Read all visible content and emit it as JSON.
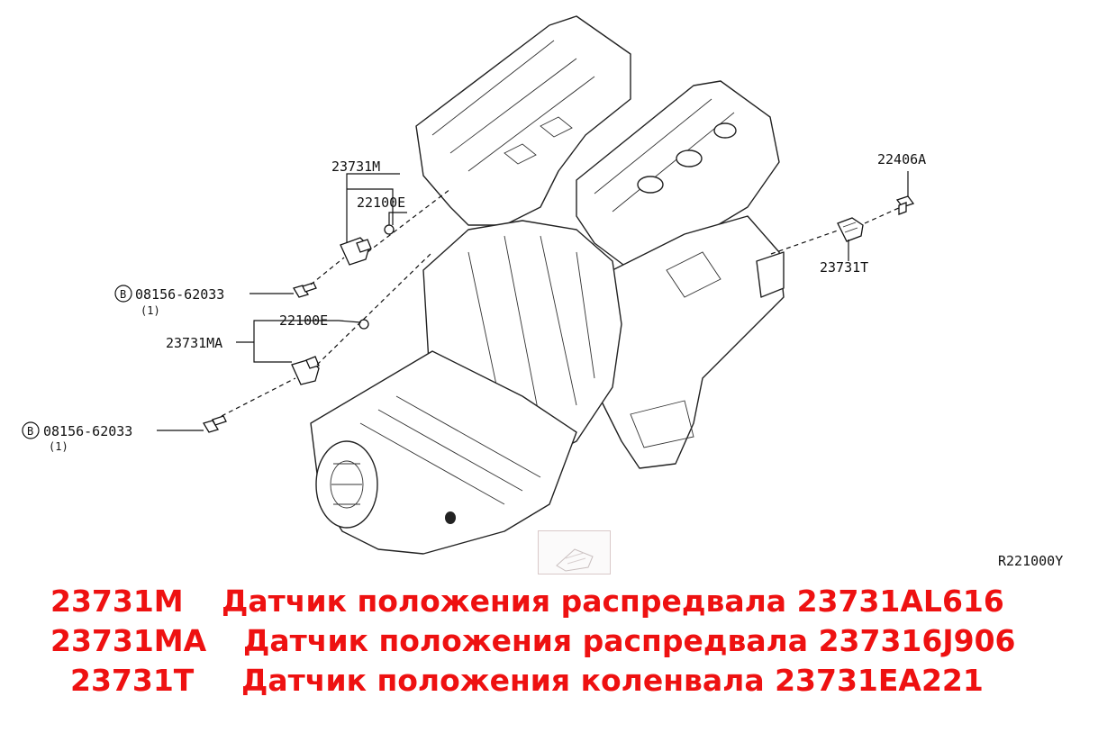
{
  "diagram": {
    "callouts": {
      "p23731M": "23731M",
      "p22100E_top": "22100E",
      "p22406A": "22406A",
      "p23731T": "23731T",
      "bolt1_code": "08156-62033",
      "bolt1_qty": "(1)",
      "bolt1_mark": "B",
      "p22100E_mid": "22100E",
      "p23731MA": "23731MA",
      "bolt2_code": "08156-62033",
      "bolt2_qty": "(1)",
      "bolt2_mark": "B"
    },
    "figure_ref": "R221000Y"
  },
  "legend": {
    "color": "#ee1111",
    "rows": [
      {
        "code": "23731M",
        "desc": "Датчик положения распредвала 23731AL616"
      },
      {
        "code": "23731MA",
        "desc": "Датчик положения распредвала 237316J906"
      },
      {
        "code": "23731T",
        "desc": "Датчик положения коленвала 23731EA221"
      }
    ]
  }
}
